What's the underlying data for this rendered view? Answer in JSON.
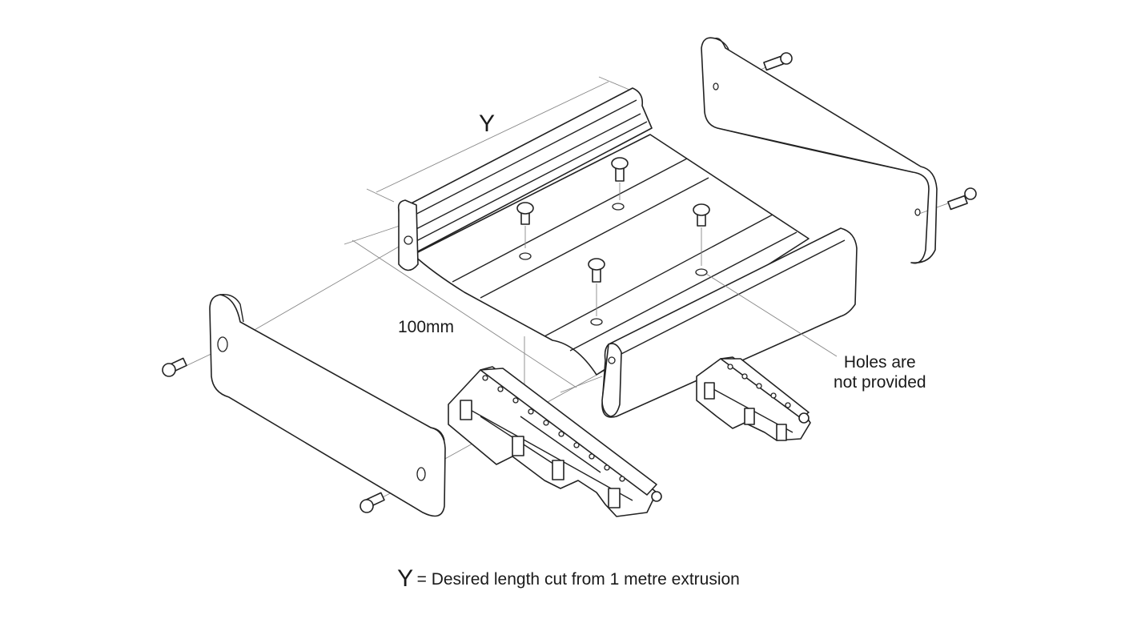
{
  "labels": {
    "dimension_y": "Y",
    "dimension_width": "100mm",
    "holes_note_line1": "Holes are",
    "holes_note_line2": "not provided"
  },
  "caption": {
    "symbol": "Y",
    "text": "= Desired length cut from 1 metre extrusion"
  }
}
